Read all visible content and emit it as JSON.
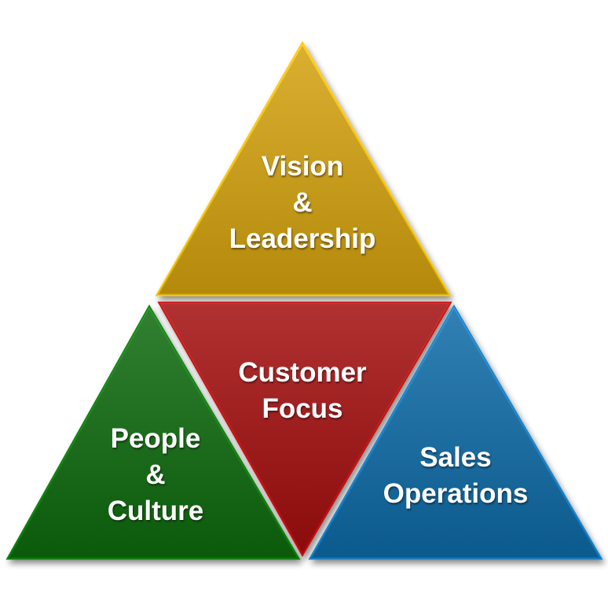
{
  "segments": {
    "top": {
      "lines": [
        "Vision",
        "&",
        "Leadership"
      ],
      "color": "#D4A20A"
    },
    "center": {
      "lines": [
        "Customer",
        "Focus"
      ],
      "color": "#A30808"
    },
    "left": {
      "lines": [
        "People",
        "&",
        "Culture"
      ],
      "color": "#0B6B0B"
    },
    "right": {
      "lines": [
        "Sales",
        "Operations"
      ],
      "color": "#0F6AA6"
    }
  }
}
